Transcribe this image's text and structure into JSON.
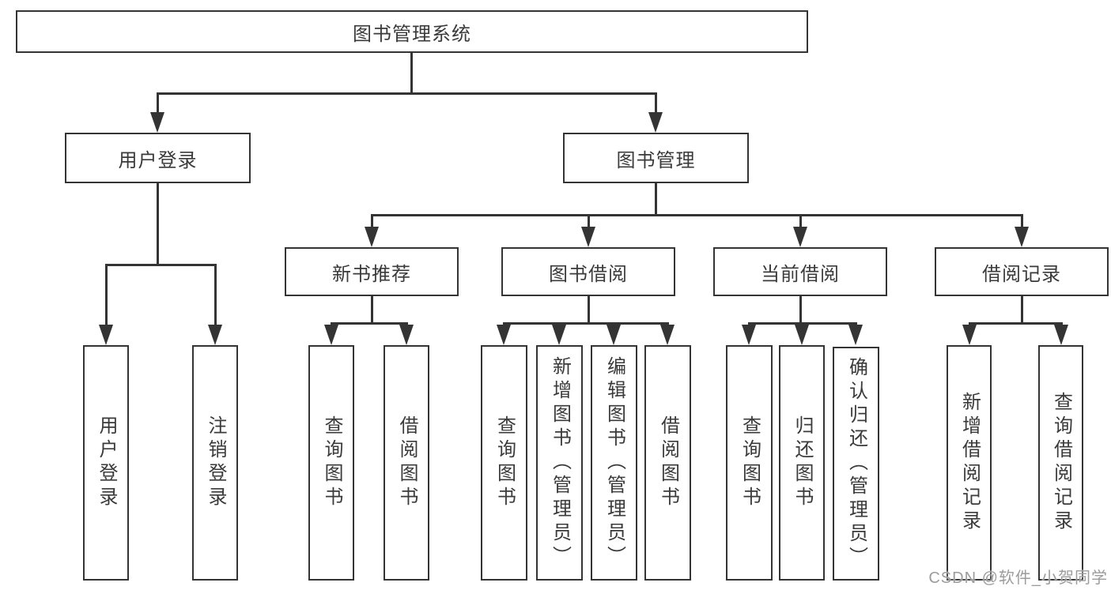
{
  "diagram": {
    "root": "图书管理系统",
    "branches": [
      {
        "label": "用户登录",
        "children": [
          "用户登录",
          "注销登录"
        ]
      },
      {
        "label": "图书管理",
        "sections": [
          {
            "label": "新书推荐",
            "children": [
              "查询图书",
              "借阅图书"
            ]
          },
          {
            "label": "图书借阅",
            "children": [
              "查询图书",
              "新增图书（管理员）",
              "编辑图书（管理员）",
              "借阅图书"
            ]
          },
          {
            "label": "当前借阅",
            "children": [
              "查询图书",
              "归还图书",
              "确认归还（管理员）"
            ]
          },
          {
            "label": "借阅记录",
            "children": [
              "新增借阅记录",
              "查询借阅记录"
            ]
          }
        ]
      }
    ]
  },
  "watermark": {
    "text": "CSDN @软件_小贺同学"
  },
  "colors": {
    "line": "#343434",
    "text": "#3a3a3a",
    "watermark": "#9c9c9c",
    "background": "#ffffff"
  }
}
